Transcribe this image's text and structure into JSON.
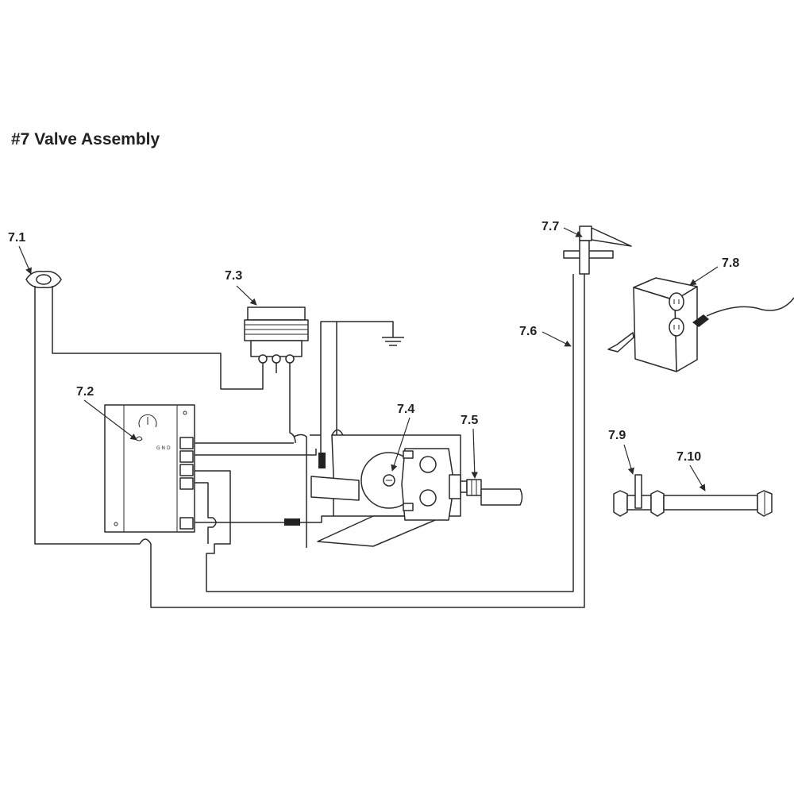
{
  "title": "#7 Valve Assembly",
  "parts": [
    {
      "id": "7.1"
    },
    {
      "id": "7.2"
    },
    {
      "id": "7.3"
    },
    {
      "id": "7.4"
    },
    {
      "id": "7.5"
    },
    {
      "id": "7.6"
    },
    {
      "id": "7.7"
    },
    {
      "id": "7.8"
    },
    {
      "id": "7.9"
    },
    {
      "id": "7.10"
    }
  ]
}
